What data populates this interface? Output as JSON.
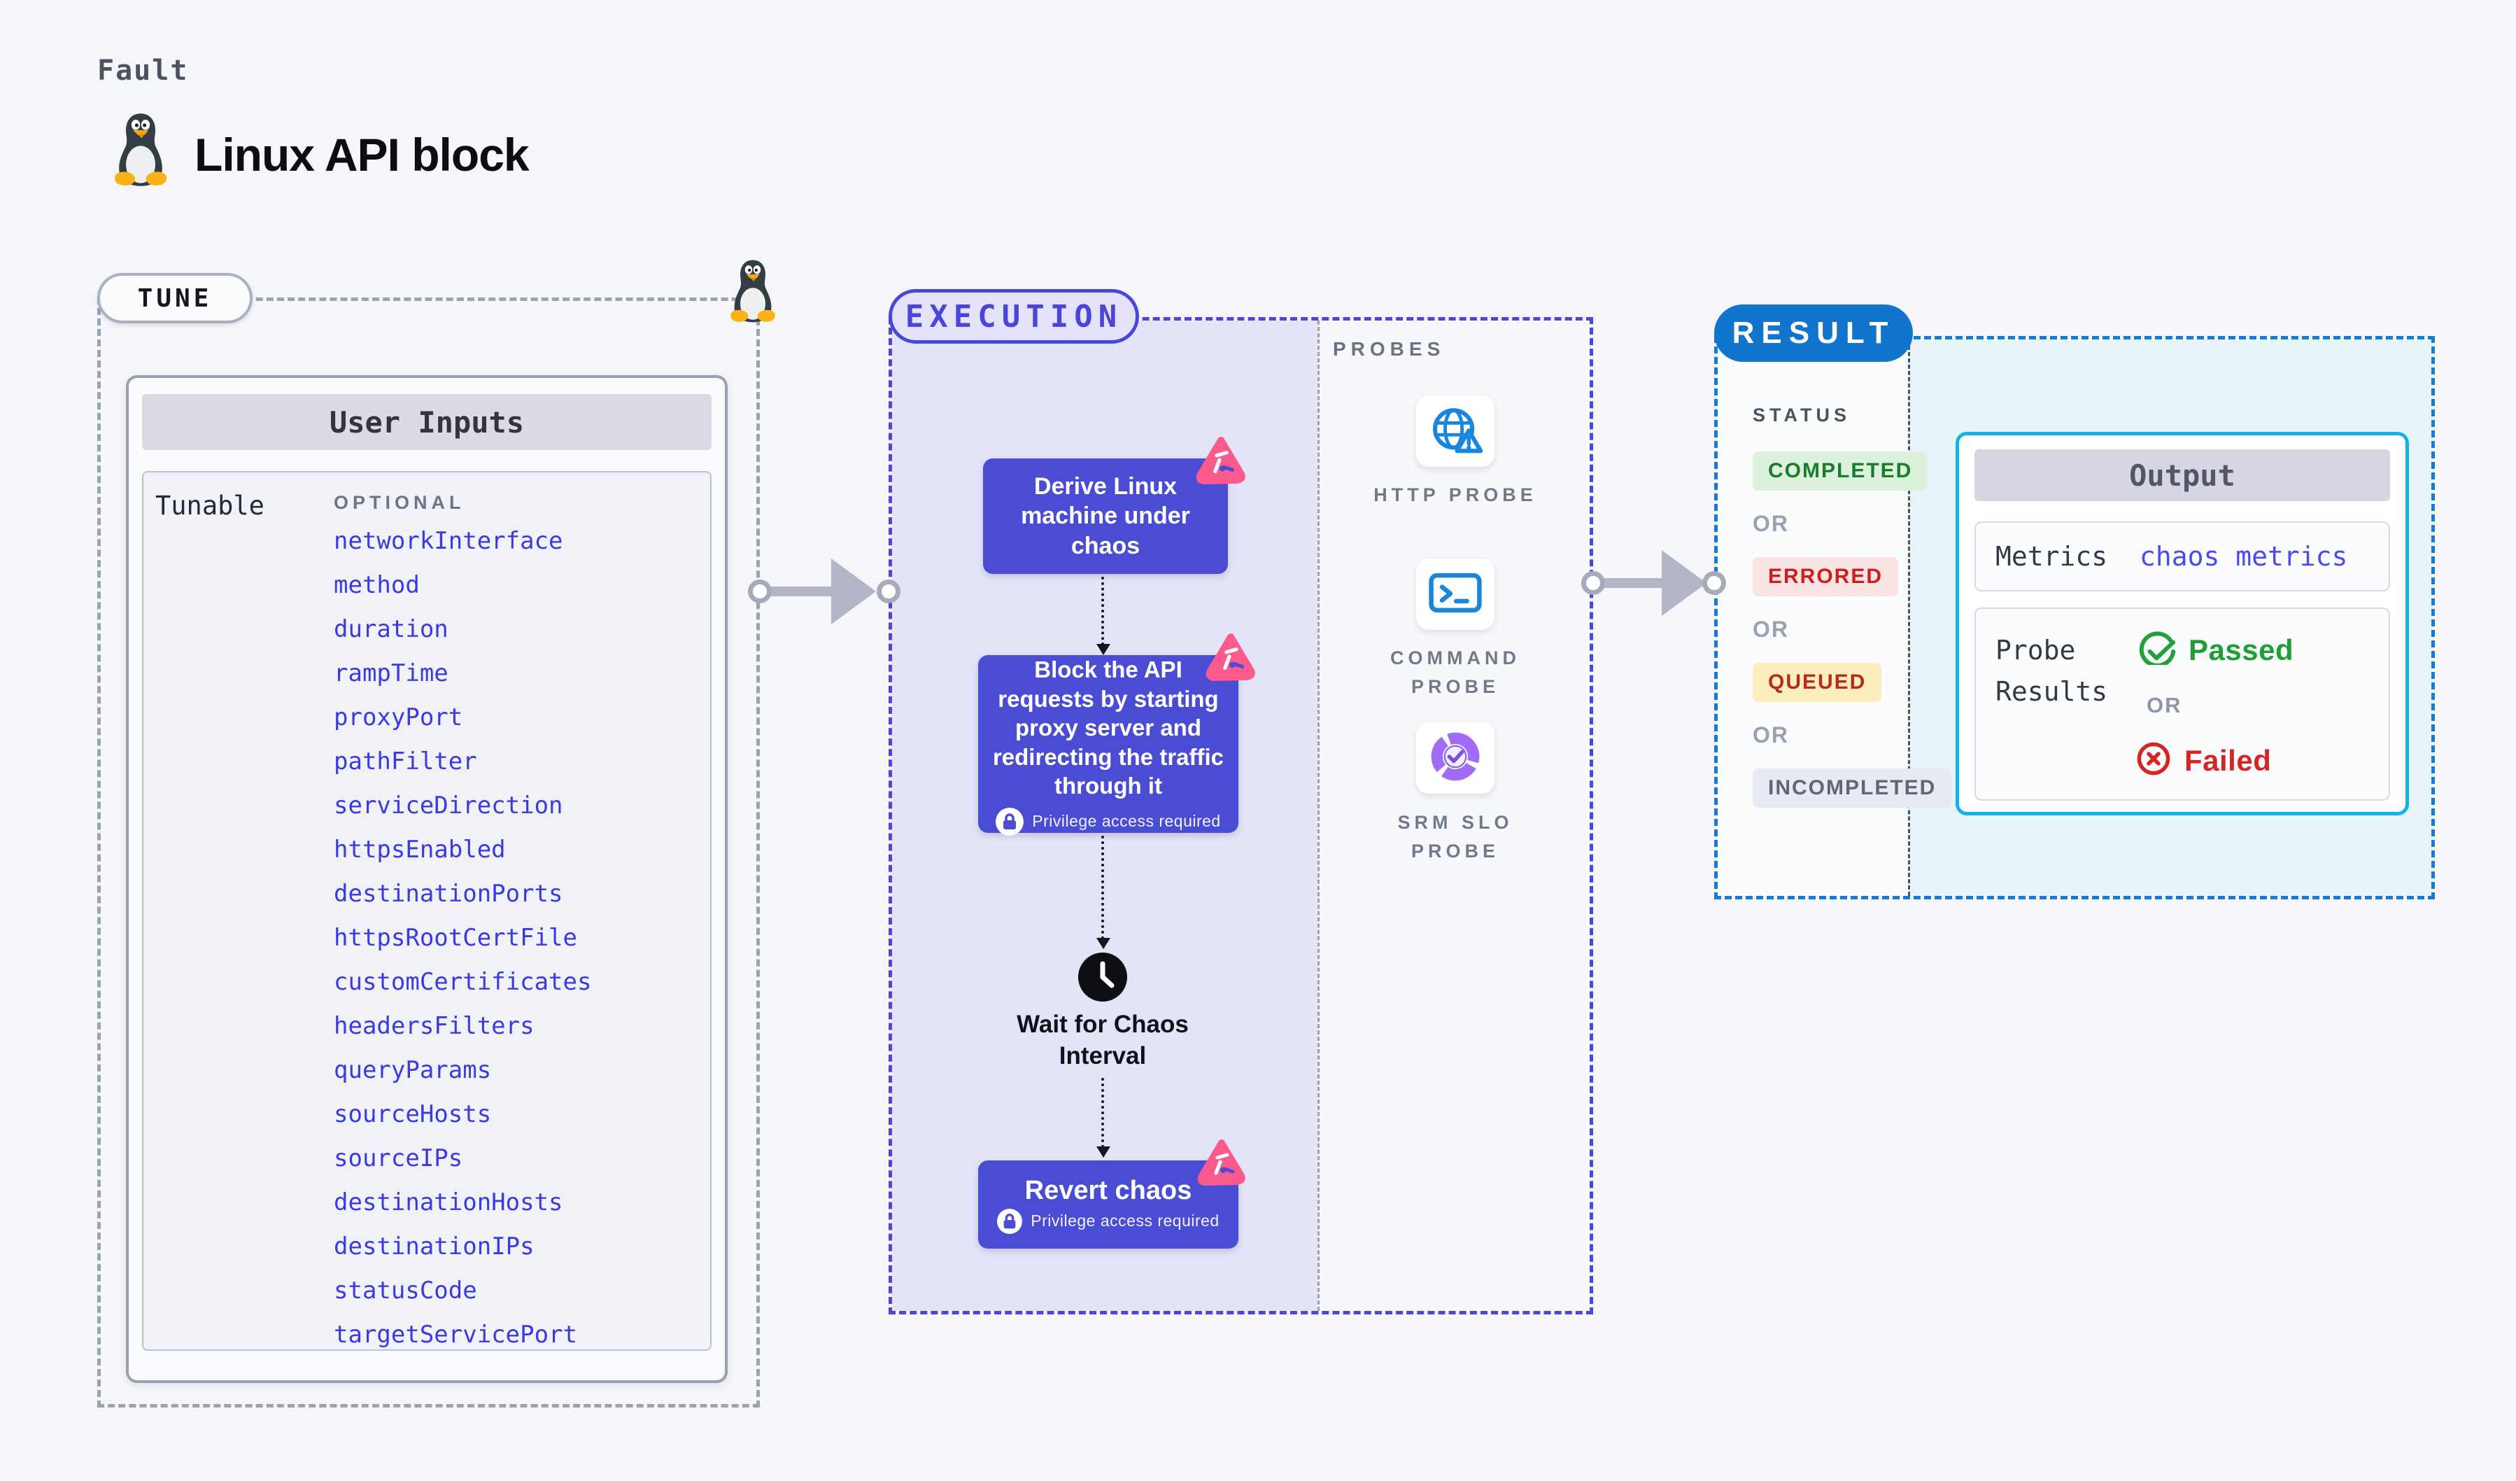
{
  "page": {
    "fault_label": "Fault",
    "title": "Linux API block",
    "fault_icon": "tux-penguin-icon"
  },
  "tune": {
    "badge": "TUNE",
    "card_header": "User Inputs",
    "row_label": "Tunable",
    "column_header": "OPTIONAL",
    "params": [
      "networkInterface",
      "method",
      "duration",
      "rampTime",
      "proxyPort",
      "pathFilter",
      "serviceDirection",
      "httpsEnabled",
      "destinationPorts",
      "httpsRootCertFile",
      "customCertificates",
      "headersFilters",
      "queryParams",
      "sourceHosts",
      "sourceIPs",
      "destinationHosts",
      "destinationIPs",
      "statusCode",
      "targetServicePort"
    ]
  },
  "execution": {
    "badge": "EXECUTION",
    "privilege_label": "Privilege access required",
    "steps": [
      {
        "label": "Derive Linux machine under chaos",
        "privilege": false
      },
      {
        "label": "Block the API requests by starting proxy server and redirecting the traffic through it",
        "privilege": true
      },
      {
        "label": "Wait for Chaos Interval",
        "type": "wait",
        "icon": "clock-icon"
      },
      {
        "label": "Revert chaos",
        "privilege": true
      }
    ]
  },
  "probes": {
    "title": "PROBES",
    "items": [
      {
        "label": "HTTP PROBE",
        "icon": "globe-alert-icon"
      },
      {
        "label": "COMMAND PROBE",
        "icon": "terminal-icon"
      },
      {
        "label": "SRM SLO PROBE",
        "icon": "slo-donut-check-icon"
      }
    ]
  },
  "result": {
    "badge": "RESULT",
    "status_title": "STATUS",
    "or_label": "OR",
    "statuses": [
      {
        "label": "COMPLETED",
        "bg": "#dcf2dd",
        "fg": "#1b7d2c"
      },
      {
        "label": "ERRORED",
        "bg": "#fae3e3",
        "fg": "#cc2020"
      },
      {
        "label": "QUEUED",
        "bg": "#fceebf",
        "fg": "#b52b20"
      },
      {
        "label": "INCOMPLETED",
        "bg": "#e8eaf1",
        "fg": "#5f6676"
      }
    ],
    "output": {
      "header": "Output",
      "metrics_label": "Metrics",
      "metrics_value": "chaos metrics",
      "probe_results_label": "Probe Results",
      "passed_label": "Passed",
      "or_label": "OR",
      "failed_label": "Failed"
    }
  },
  "colors": {
    "accent_indigo": "#4a4cd4",
    "execution_border": "#4c48d6",
    "result_border": "#187bd3",
    "result_pill": "#1175cd",
    "output_panel_border": "#14b2e6",
    "chaos_badge_pink": "#fb5a8c",
    "param_text": "#3a3ae2",
    "passed_green": "#1e9e35",
    "failed_red": "#d62424"
  }
}
